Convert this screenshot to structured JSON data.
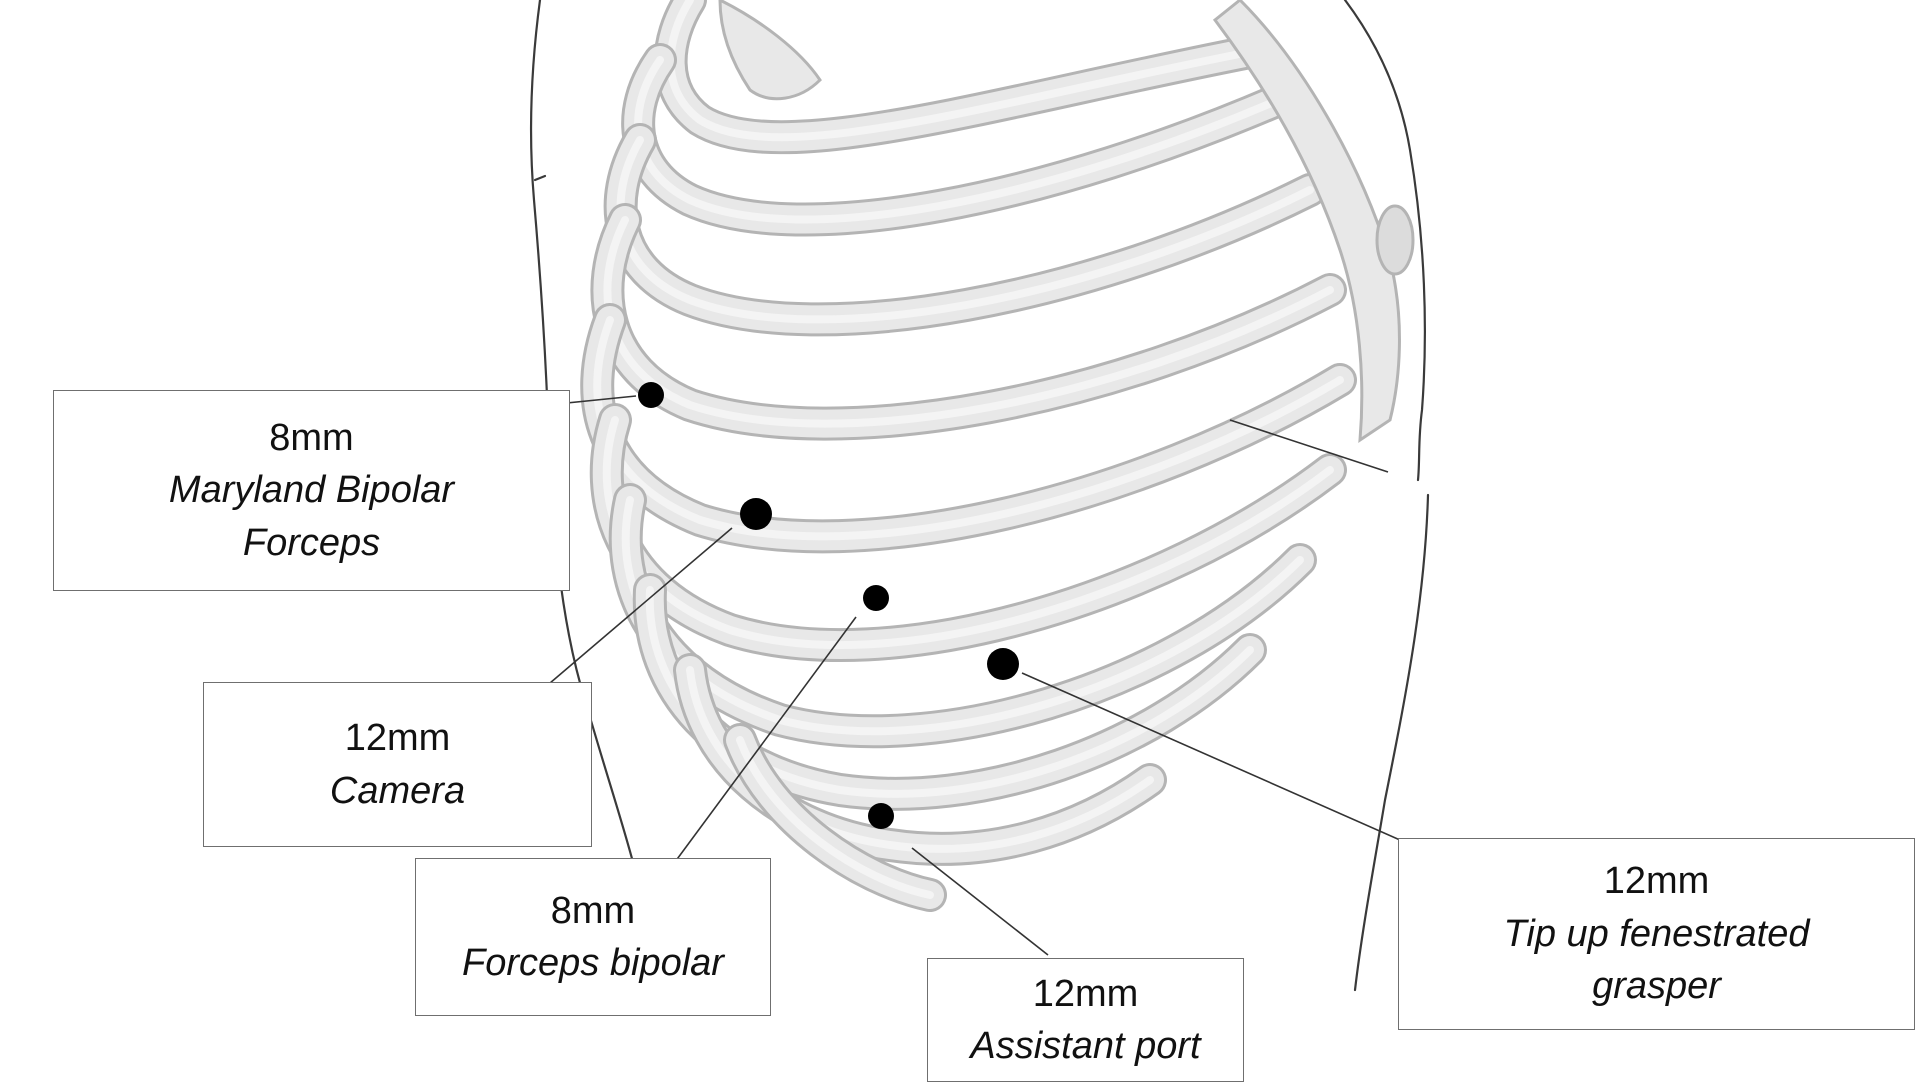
{
  "colors": {
    "bone_fill": "#e8e8e8",
    "bone_edge": "#b4b4b4",
    "outline": "#3a3a3a",
    "port_dot": "#000000",
    "leader_line": "#333333",
    "box_border": "#6f6f6f"
  },
  "ports": [
    {
      "id": "maryland",
      "size": "8mm",
      "name_lines": [
        "Maryland Bipolar",
        "Forceps"
      ]
    },
    {
      "id": "camera",
      "size": "12mm",
      "name_lines": [
        "Camera"
      ]
    },
    {
      "id": "forceps",
      "size": "8mm",
      "name_lines": [
        "Forceps bipolar"
      ]
    },
    {
      "id": "assistant",
      "size": "12mm",
      "name_lines": [
        "Assistant port"
      ]
    },
    {
      "id": "grasper",
      "size": "12mm",
      "name_lines": [
        "Tip up fenestrated",
        "grasper"
      ]
    }
  ]
}
